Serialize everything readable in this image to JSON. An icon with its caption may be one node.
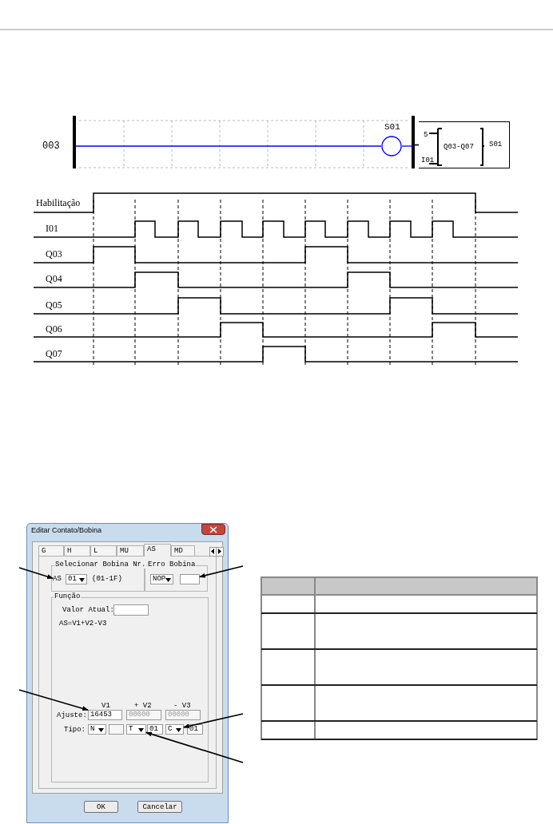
{
  "diagram": {
    "nodes": [
      {
        "text": [],
        "shape": "bar"
      },
      {
        "text": [],
        "shape": "circle",
        "beside": [
          "S01"
        ]
      },
      {
        "text": [],
        "shape": "bar"
      },
      {
        "text": [
          "5",
          "I01",
          "Q03-Q07",
          "S01"
        ]
      },
      {
        "text": [
          "AS"
        ]
      },
      {
        "text": [
          "01"
        ]
      },
      {
        "text": [
          "NOP"
        ]
      },
      {
        "text": [],
        "shape": "box"
      },
      {
        "text": [],
        "shape": "box"
      },
      {
        "text": [
          "16453"
        ]
      },
      {
        "text": [
          "00000"
        ]
      },
      {
        "text": [
          "00000"
        ]
      },
      {
        "text": [
          "N"
        ]
      },
      {
        "text": [],
        "shape": "box"
      },
      {
        "text": [
          "T"
        ]
      },
      {
        "text": [
          "01"
        ]
      },
      {
        "text": [
          "C"
        ]
      },
      {
        "text": [
          "01"
        ]
      }
    ],
    "edges": [
      {
        "from": 0,
        "to": 1,
        "arrow": "none",
        "color": "#0000ff"
      },
      {
        "from": 1,
        "to": 2,
        "arrow": "none",
        "color": "#0000ff"
      },
      {
        "from": 2,
        "to": 3,
        "arrow": "none"
      },
      {
        "from": null,
        "to": 4,
        "arrow": "to"
      },
      {
        "from": null,
        "to": 7,
        "arrow": "to"
      },
      {
        "from": null,
        "to": 9,
        "arrow": "to"
      },
      {
        "from": null,
        "to": 16,
        "arrow": "to"
      },
      {
        "from": null,
        "to": 14,
        "arrow": "to"
      }
    ],
    "labels": [
      "003",
      "Habilitação",
      "I01",
      "Q03",
      "Q04",
      "Q05",
      "Q06",
      "Q07",
      "Editar Contato/Bobina",
      "G",
      "H",
      "L",
      "MU",
      "AS",
      "MD",
      "Selecionar Bobina Nr.",
      "Erro Bobina",
      "(01-1F)",
      "Função",
      "Valor Atual:",
      "AS=V1+V2-V3",
      "V1",
      "+ V2",
      "- V3",
      "Ajuste:",
      "Tipo:",
      "OK",
      "Cancelar"
    ]
  }
}
